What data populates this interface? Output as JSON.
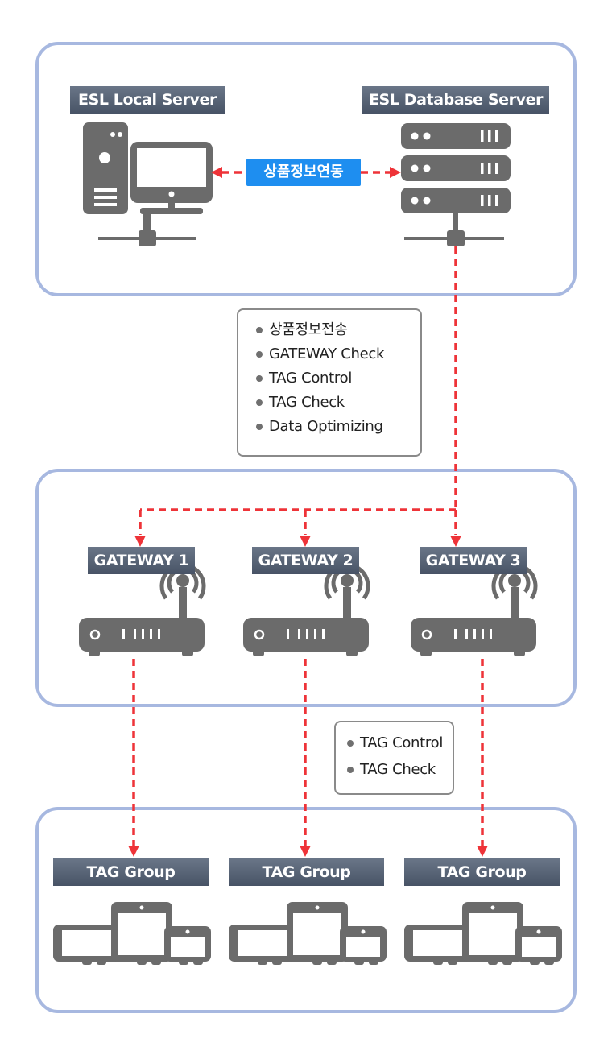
{
  "server_panel": {
    "local_server_label": "ESL Local Server",
    "database_server_label": "ESL Database Server",
    "sync_label": "상품정보연동"
  },
  "server_commands": [
    "상품정보전송",
    "GATEWAY Check",
    "TAG Control",
    "TAG Check",
    "Data Optimizing"
  ],
  "gateways": [
    {
      "label": "GATEWAY 1"
    },
    {
      "label": "GATEWAY 2"
    },
    {
      "label": "GATEWAY 3"
    }
  ],
  "gateway_commands": [
    "TAG Control",
    "TAG Check"
  ],
  "tag_groups": [
    {
      "label": "TAG Group"
    },
    {
      "label": "TAG Group"
    },
    {
      "label": "TAG Group"
    }
  ],
  "colors": {
    "panel_border": "#a7b8e0",
    "label_bg": "#566173",
    "icon_gray": "#6b6b6b",
    "arrow_red": "#ee3338",
    "sync_blue": "#1e8ef0"
  }
}
